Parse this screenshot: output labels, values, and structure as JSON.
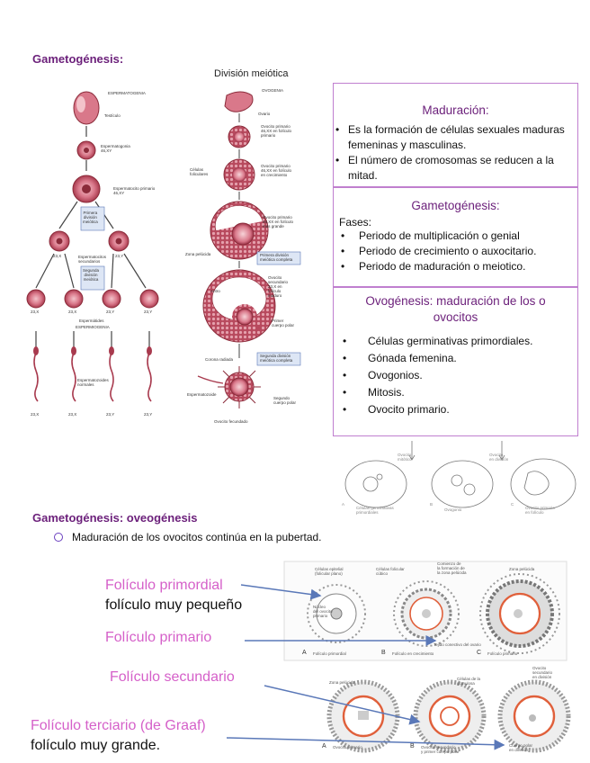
{
  "heading_top": "Gametogénesis:",
  "sperm_fig": {
    "title": "ESPERMATOGENIA",
    "labels": {
      "testiculo": "Testículo",
      "espermatogonia": "Espermatogonia\n46,XY",
      "esp_primario": "Espermatocito primario\n46,XY",
      "primera_div": "Primera\ndivisión\nmeiótica",
      "cell_23x_a": "23,X",
      "secundarios": "Espermatocitos\nsecundarios",
      "cell_23y_a": "23,Y",
      "segunda_div": "Segunda\ndivisión\nmeiótica",
      "spermatids": [
        "23,X",
        "23,X",
        "23,Y",
        "23,Y"
      ],
      "espermatides": "Espermátides",
      "espermiogenia": "ESPERMIOGENIA",
      "normales": "Espermatozoides\nnormales",
      "sperm": [
        "23,X",
        "23,X",
        "23,Y",
        "23,Y"
      ]
    }
  },
  "oo_fig": {
    "title": "División meiótica",
    "labels": {
      "ovogenia": "OVOGENIA",
      "ovario": "Ovario",
      "ov1": "Ovocito primario\n46,XX en folículo\nprimario",
      "celulas": "Células\nfoliculares",
      "ov2": "Ovocito primario\n46,XX en folículo\nen crecimiento",
      "ov3": "Ovocito primario\n46,XX en folículo\nmás grande",
      "zona": "Zona pelúcida",
      "primera": "Primera división\nmeiótica completa",
      "antro": "Antro",
      "secundario": "Ovocito\nsecundario\n23,X en\nfolículo\nmaduro",
      "primer_polar": "Primer\ncuerpo polar",
      "segunda": "Segunda división\nmeiótica completa",
      "corona": "Corona radiada",
      "espermatozoide": "Espermatozoide",
      "segundo_polar": "Segundo\ncuerpo polar",
      "fecundado": "Ovocito fecundado"
    }
  },
  "box_maduracion": {
    "title": "Maduración:",
    "items": [
      "Es la formación de células sexuales maduras femeninas y masculinas.",
      "El número de cromosomas se reducen a la mitad."
    ]
  },
  "box_gametogenesis": {
    "title": "Gametogénesis:",
    "fases_label": "Fases:",
    "items": [
      "Periodo de multiplicación o genial",
      "Periodo de crecimiento o auxocitario.",
      "Periodo de maduración o meiotico."
    ]
  },
  "box_ovogenesis": {
    "title": "Ovogénesis: maduración de los o ovocitos",
    "items": [
      "Células germinativas primordiales.",
      "Gónada femenina.",
      "Ovogonios.",
      "Mitosis.",
      "Ovocito primario."
    ]
  },
  "small_fig": {
    "labels": [
      "Ovocito\nmitótico",
      "Ovocito\nen división",
      "A",
      "Células germinativas\nprimordiales",
      "B",
      "Ovogonio",
      "C",
      "Ovocito primario\nen folículo"
    ]
  },
  "heading_ovo": "Gametogénesis: oveogénesis",
  "ovo_bullet": "Maduración de los ovocitos continúa en la pubertad.",
  "callouts": {
    "primordial": "Folículo primordial",
    "primordial_sub": "folículo muy pequeño",
    "primario": "Folículo primario",
    "secundario": "Folículo secundario",
    "terciario": "Folículo terciario (de Graaf)",
    "terciario_sub": "folículo muy grande."
  },
  "follicle_fig1": {
    "labels": {
      "epitelial": "Células epitelial\n(folicular plano)",
      "cubico": "Células folicular\ncúbico",
      "comienzo": "Comienzo de\nla formación de\nla zona pelúcida",
      "zona": "Zona pelúcida",
      "nucleo": "Núcleo\ndel ovocito\nprimario",
      "tejido": "Tejido conectivo del ovario",
      "a": "A",
      "a_text": "Folículo primordial",
      "b": "B",
      "b_text": "Folículo en crecimiento",
      "c": "C",
      "c_text": "Folículo primario"
    }
  },
  "follicle_fig2": {
    "labels": {
      "zona": "Zona pelúcida",
      "granulosa": "Células de la\ngranulosa",
      "ovocito_div": "Ovocito\nsecundario\nen división",
      "a": "A",
      "a_text": "Ovocito primario",
      "b": "B",
      "b_text": "Ovocito secundario\ny primer cuerpo polar",
      "c": "C",
      "c_text": "Cuerpo polar\nen división"
    }
  },
  "colors": {
    "heading": "#6b1f7a",
    "box_border": "#c07fcf",
    "callout_pink": "#d560c9",
    "arrow_blue": "#5a78b8",
    "cell_pink": "#c9596b",
    "cell_dark": "#8b2b3a"
  }
}
